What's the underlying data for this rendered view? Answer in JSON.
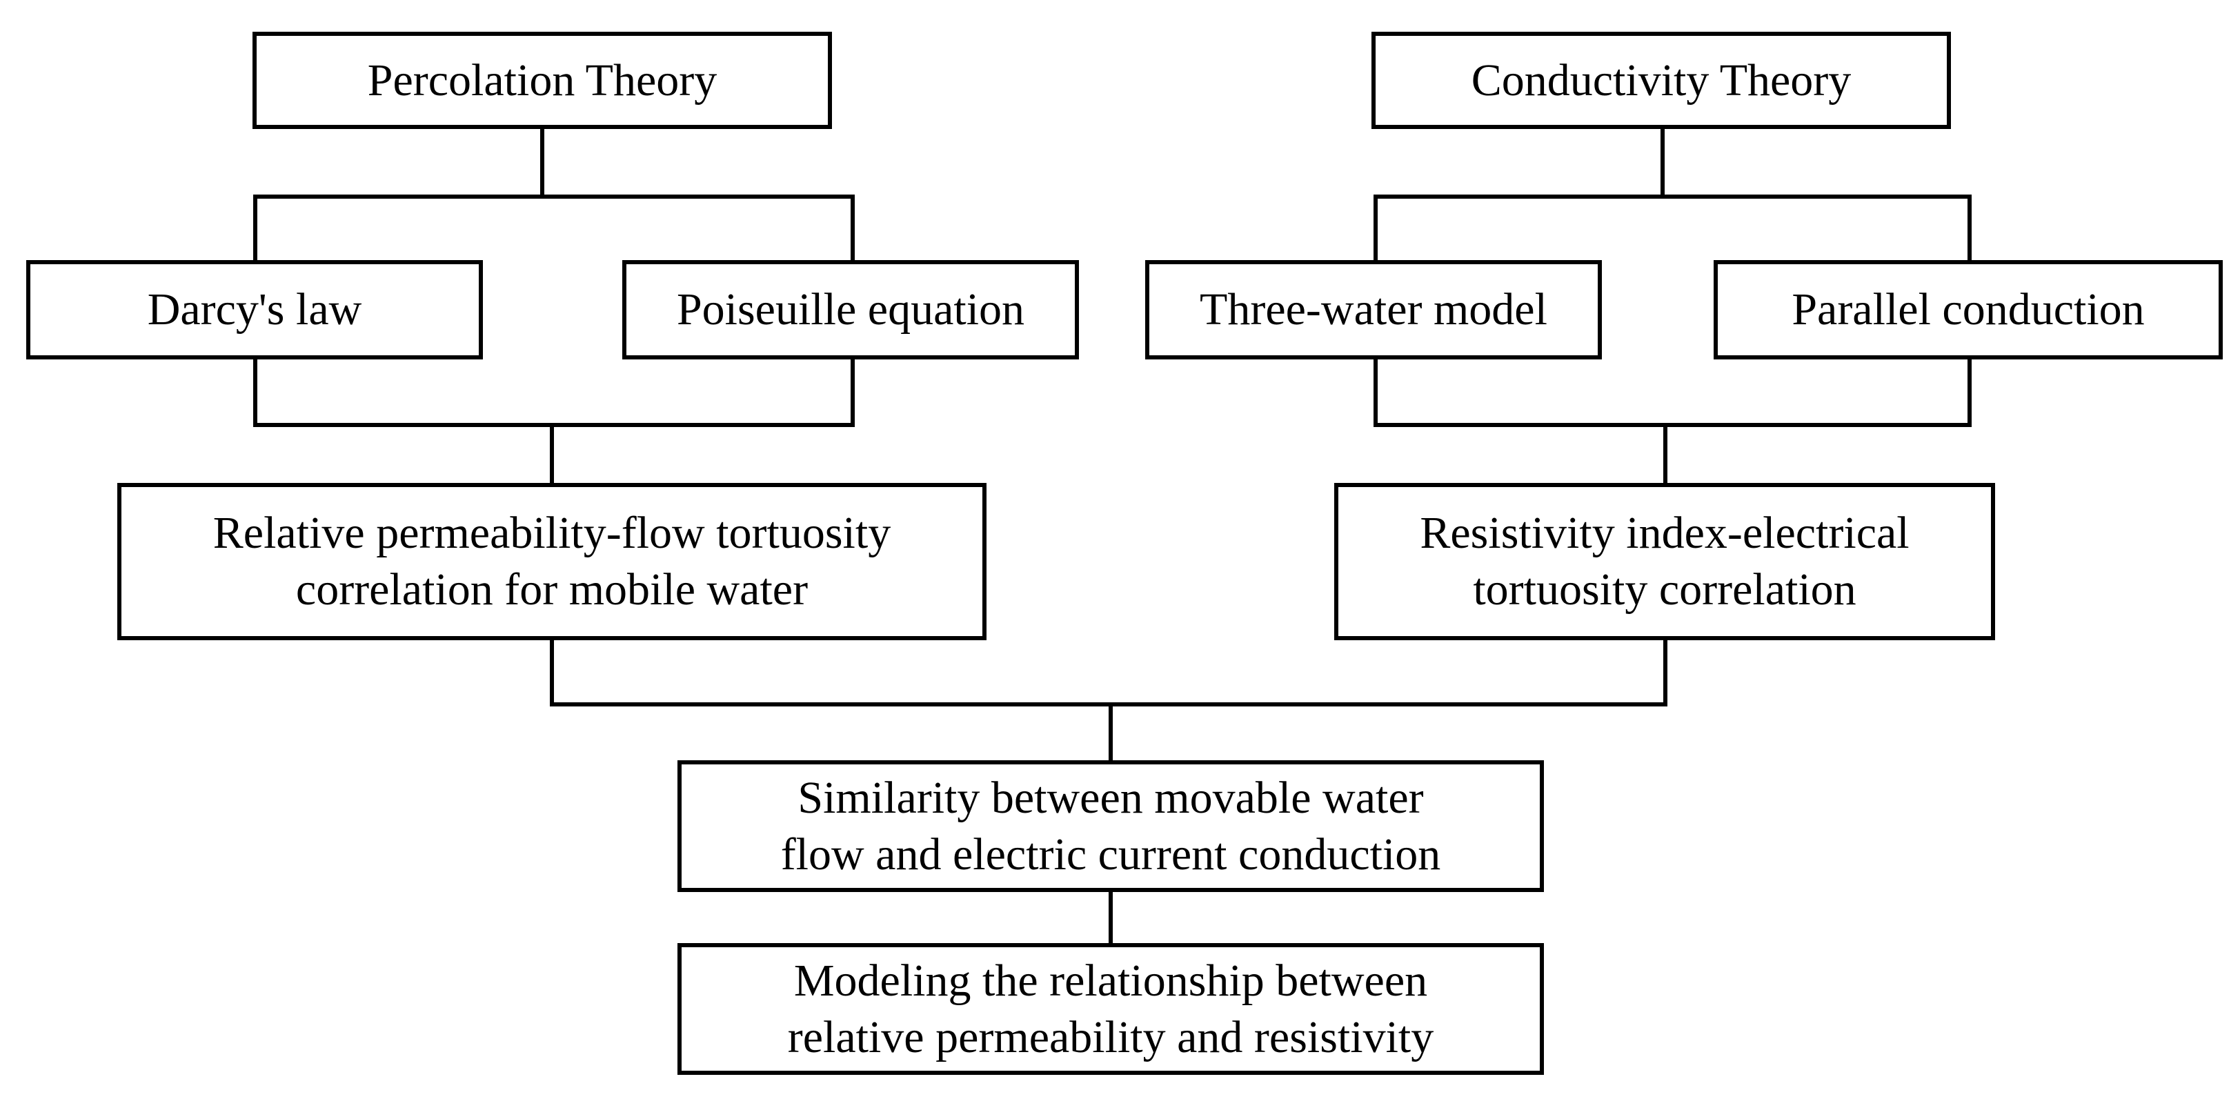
{
  "diagram": {
    "nodes": {
      "percolation_theory": {
        "lines": [
          "Percolation Theory"
        ]
      },
      "conductivity_theory": {
        "lines": [
          "Conductivity Theory"
        ]
      },
      "darcys_law": {
        "lines": [
          "Darcy's law"
        ]
      },
      "poiseuille_equation": {
        "lines": [
          "Poiseuille equation"
        ]
      },
      "three_water_model": {
        "lines": [
          "Three-water model"
        ]
      },
      "parallel_conduction": {
        "lines": [
          "Parallel conduction"
        ]
      },
      "permeability_correlation": {
        "lines": [
          "Relative permeability-flow tortuosity",
          "correlation for mobile water"
        ]
      },
      "resistivity_correlation": {
        "lines": [
          "Resistivity index-electrical",
          "tortuosity correlation"
        ]
      },
      "similarity": {
        "lines": [
          "Similarity between movable water",
          "flow and electric current conduction"
        ]
      },
      "modeling": {
        "lines": [
          "Modeling the relationship between",
          "relative permeability and resistivity"
        ]
      }
    },
    "edges": [
      {
        "from": "percolation_theory",
        "to": "darcys_law"
      },
      {
        "from": "percolation_theory",
        "to": "poiseuille_equation"
      },
      {
        "from": "conductivity_theory",
        "to": "three_water_model"
      },
      {
        "from": "conductivity_theory",
        "to": "parallel_conduction"
      },
      {
        "from": "darcys_law",
        "to": "permeability_correlation"
      },
      {
        "from": "poiseuille_equation",
        "to": "permeability_correlation"
      },
      {
        "from": "three_water_model",
        "to": "resistivity_correlation"
      },
      {
        "from": "parallel_conduction",
        "to": "resistivity_correlation"
      },
      {
        "from": "permeability_correlation",
        "to": "similarity"
      },
      {
        "from": "resistivity_correlation",
        "to": "similarity"
      },
      {
        "from": "similarity",
        "to": "modeling"
      }
    ]
  }
}
